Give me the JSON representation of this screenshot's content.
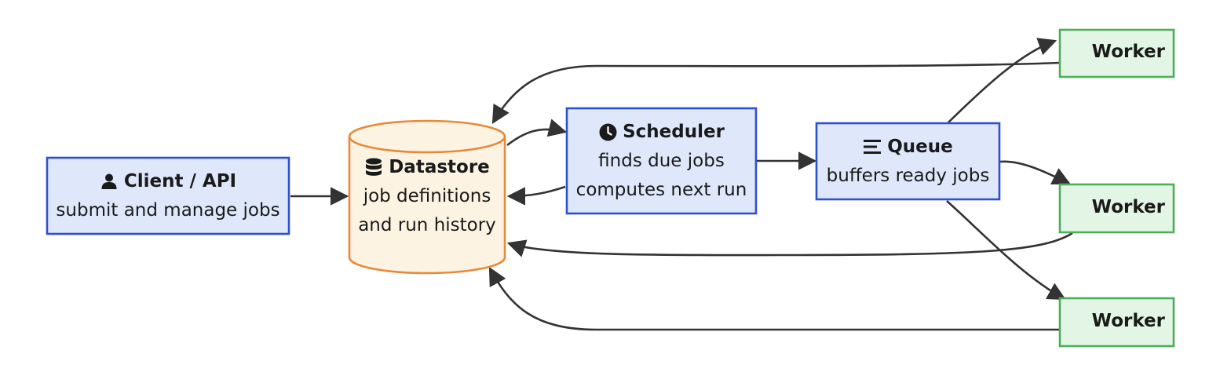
{
  "nodes": {
    "client": {
      "title": "Client / API",
      "subtitle": "submit and manage jobs",
      "icon": "user-icon"
    },
    "datastore": {
      "title": "Datastore",
      "line1": "job definitions",
      "line2": "and run history",
      "icon": "database-icon"
    },
    "scheduler": {
      "title": "Scheduler",
      "line1": "finds due jobs",
      "line2": "computes next run",
      "icon": "clock-icon"
    },
    "queue": {
      "title": "Queue",
      "subtitle": "buffers ready jobs",
      "icon": "list-icon"
    },
    "workers": [
      {
        "label": "Worker"
      },
      {
        "label": "Worker"
      },
      {
        "label": "Worker"
      }
    ]
  },
  "colors": {
    "process_fill": "#dfe8fb",
    "process_stroke": "#2f4fd1",
    "store_fill": "#fdf3e2",
    "store_stroke": "#e8893a",
    "worker_fill": "#e3f6e6",
    "worker_stroke": "#4caf5a",
    "edge": "#333333"
  }
}
